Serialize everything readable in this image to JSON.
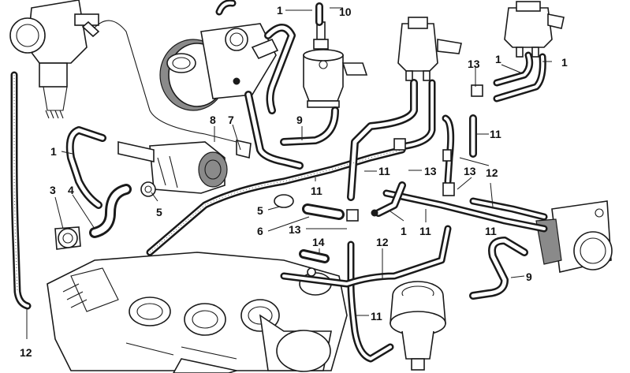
{
  "callouts": [
    {
      "id": "c1a",
      "text": "1"
    },
    {
      "id": "c10",
      "text": "10"
    },
    {
      "id": "c13a",
      "text": "13"
    },
    {
      "id": "c1b",
      "text": "1"
    },
    {
      "id": "c1c",
      "text": "1"
    },
    {
      "id": "c11a",
      "text": "11"
    },
    {
      "id": "c8",
      "text": "8"
    },
    {
      "id": "c7",
      "text": "7"
    },
    {
      "id": "c9a",
      "text": "9"
    },
    {
      "id": "c1d",
      "text": "1"
    },
    {
      "id": "c11b",
      "text": "11"
    },
    {
      "id": "c13b",
      "text": "13"
    },
    {
      "id": "c13c",
      "text": "13"
    },
    {
      "id": "c12a",
      "text": "12"
    },
    {
      "id": "c3",
      "text": "3"
    },
    {
      "id": "c4",
      "text": "4"
    },
    {
      "id": "c5a",
      "text": "5"
    },
    {
      "id": "c11c",
      "text": "11"
    },
    {
      "id": "c5b",
      "text": "5"
    },
    {
      "id": "c6",
      "text": "6"
    },
    {
      "id": "c13d",
      "text": "13"
    },
    {
      "id": "c1e",
      "text": "1"
    },
    {
      "id": "c11d",
      "text": "11"
    },
    {
      "id": "c11e",
      "text": "11"
    },
    {
      "id": "c14",
      "text": "14"
    },
    {
      "id": "c12b",
      "text": "12"
    },
    {
      "id": "c9b",
      "text": "9"
    },
    {
      "id": "c11f",
      "text": "11"
    },
    {
      "id": "c12c",
      "text": "12"
    }
  ]
}
